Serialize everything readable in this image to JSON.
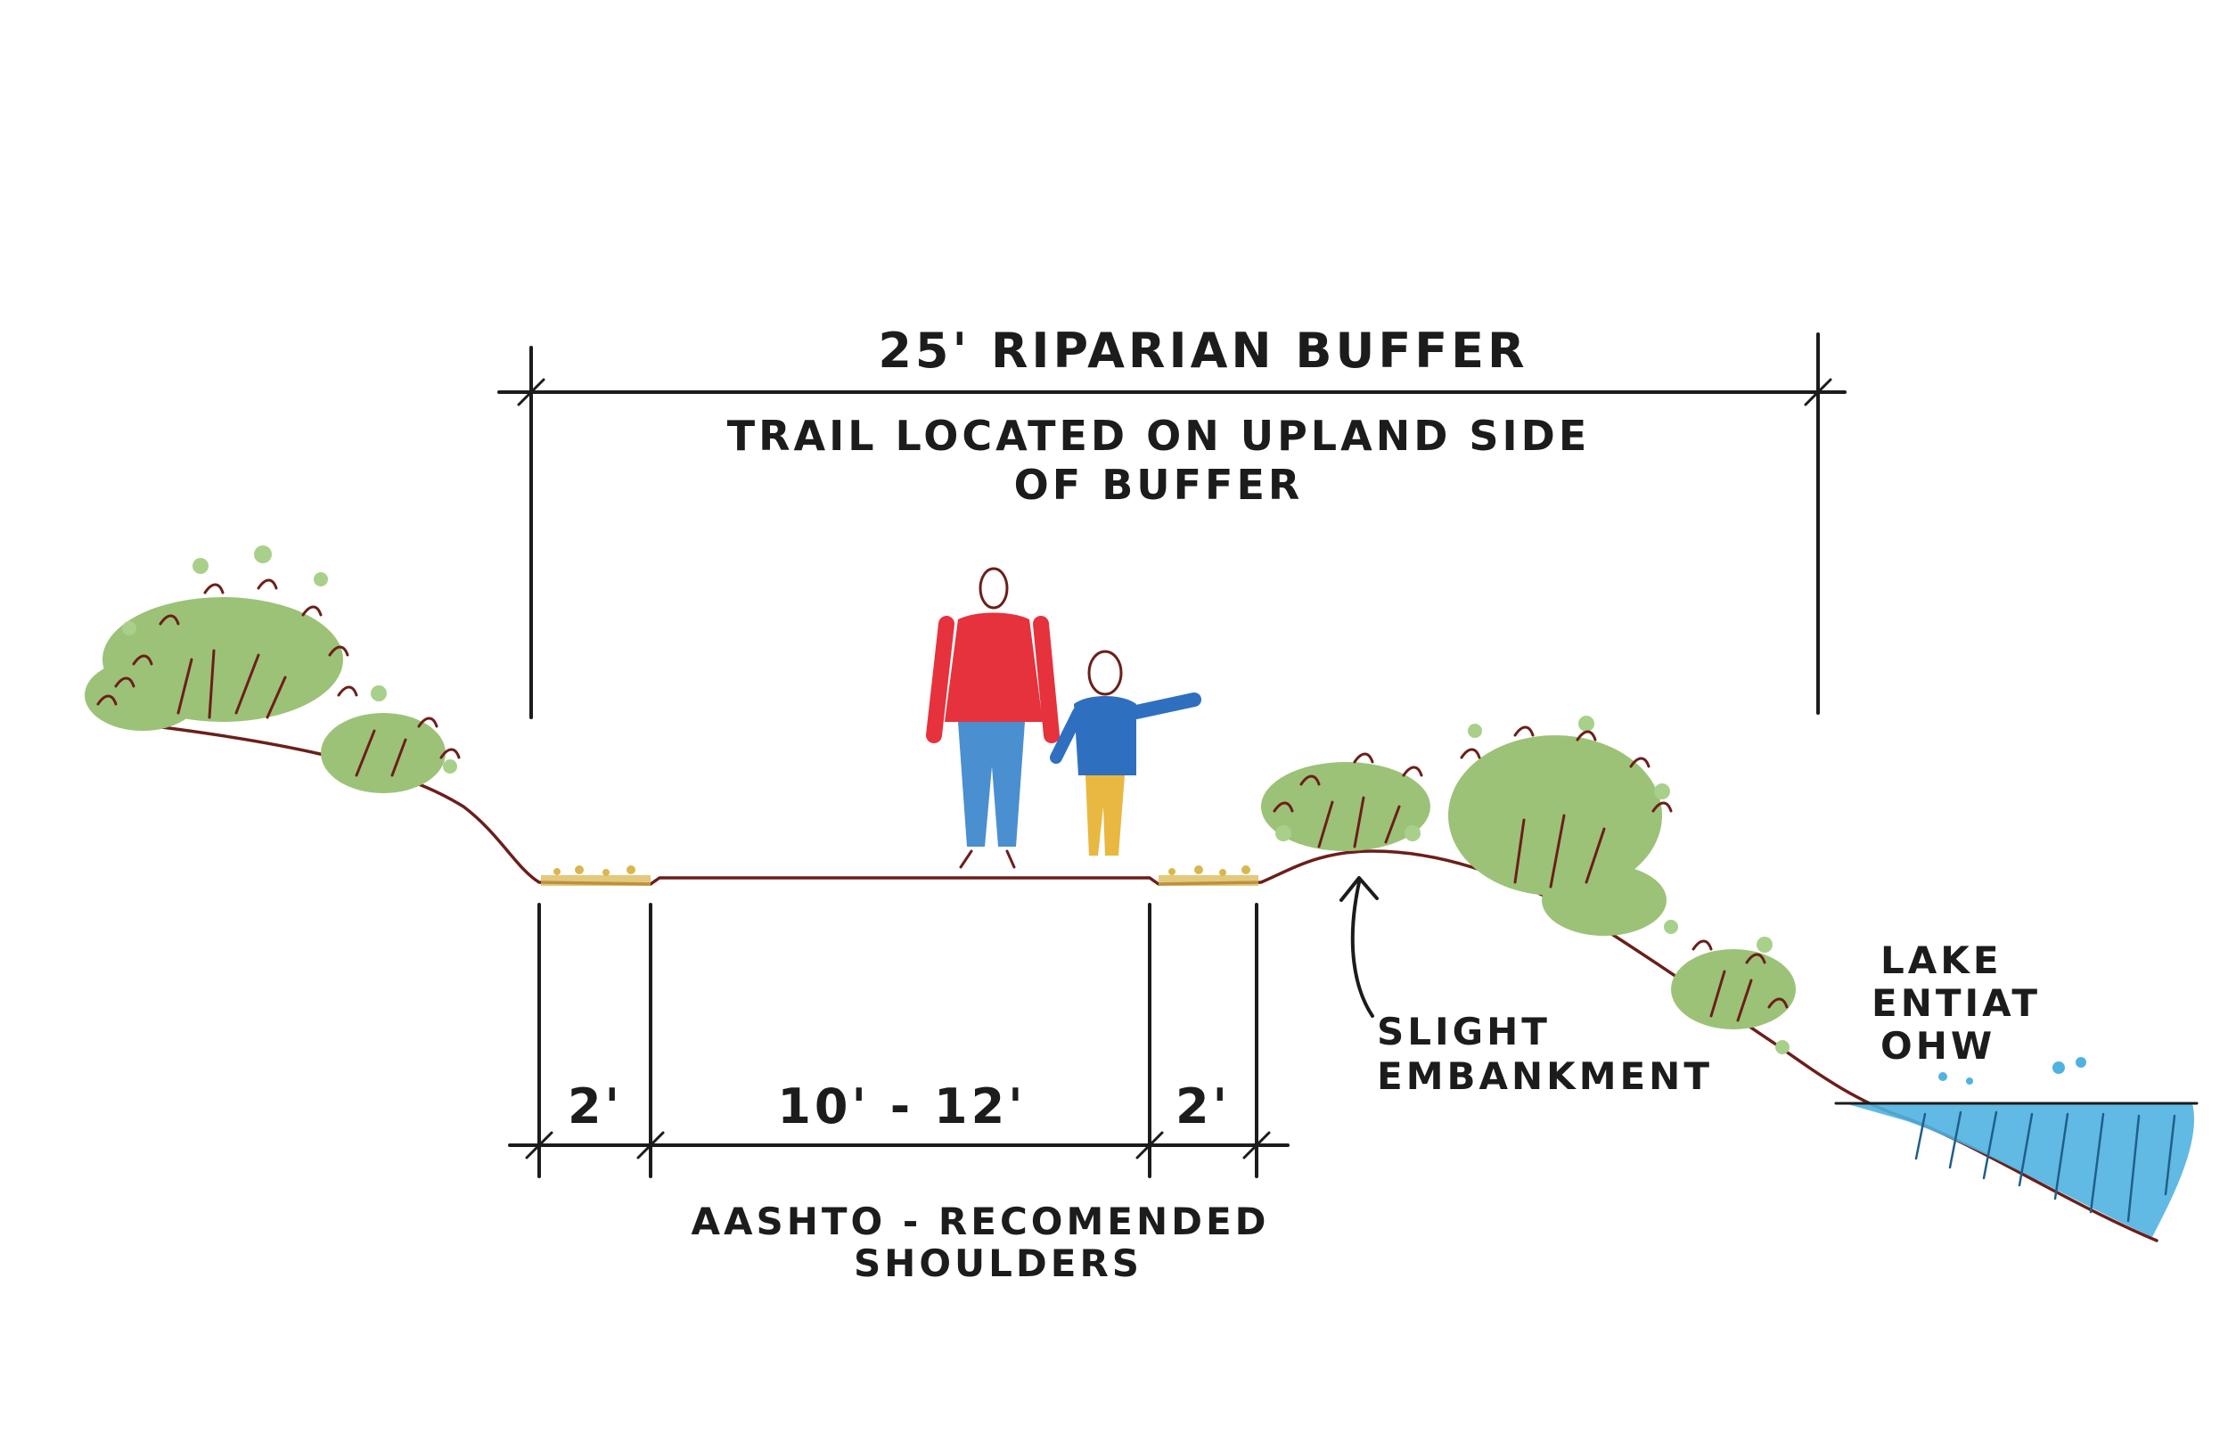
{
  "labels": {
    "buffer_width": "25' RIPARIAN BUFFER",
    "trail_note_line1": "TRAIL LOCATED ON UPLAND SIDE",
    "trail_note_line2": "OF BUFFER",
    "shoulder_left": "2'",
    "trail_width": "10' - 12'",
    "shoulder_right": "2'",
    "shoulders_note_line1": "AASHTO - RECOMENDED",
    "shoulders_note_line2": "SHOULDERS",
    "embankment_line1": "SLIGHT",
    "embankment_line2": "EMBANKMENT",
    "lake_line1": "LAKE",
    "lake_line2": "ENTIAT",
    "lake_line3": "OHW"
  },
  "colors": {
    "ink": "#1c1c1c",
    "ground": "#6b1f1a",
    "shrub": "#9cc277",
    "water": "#4fb3e0",
    "adult_shirt": "#e5323c",
    "adult_pants": "#4a8fd0",
    "child_shirt": "#2f6fc0",
    "child_pants": "#e8b840",
    "gravel": "#d9b74f"
  },
  "icons": [
    "adult-figure-icon",
    "child-figure-icon",
    "shrub-icon",
    "water-icon",
    "arrow-icon"
  ]
}
